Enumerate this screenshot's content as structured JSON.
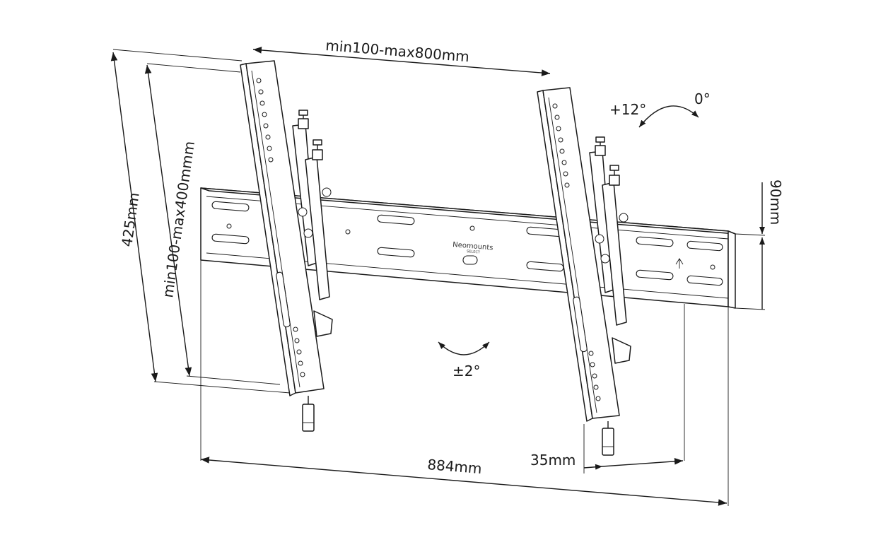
{
  "dimensions": {
    "vesa_width": "min100-max800mm",
    "total_height": "425mm",
    "vesa_height": "min100-max400mmm",
    "plate_height": "90mm",
    "total_width": "884mm",
    "wall_depth": "35mm"
  },
  "angles": {
    "tilt_max": "+12°",
    "tilt_min": "0°",
    "level_adjust": "±2°"
  },
  "brand": {
    "name": "Neomounts",
    "sub": "SELECT"
  }
}
